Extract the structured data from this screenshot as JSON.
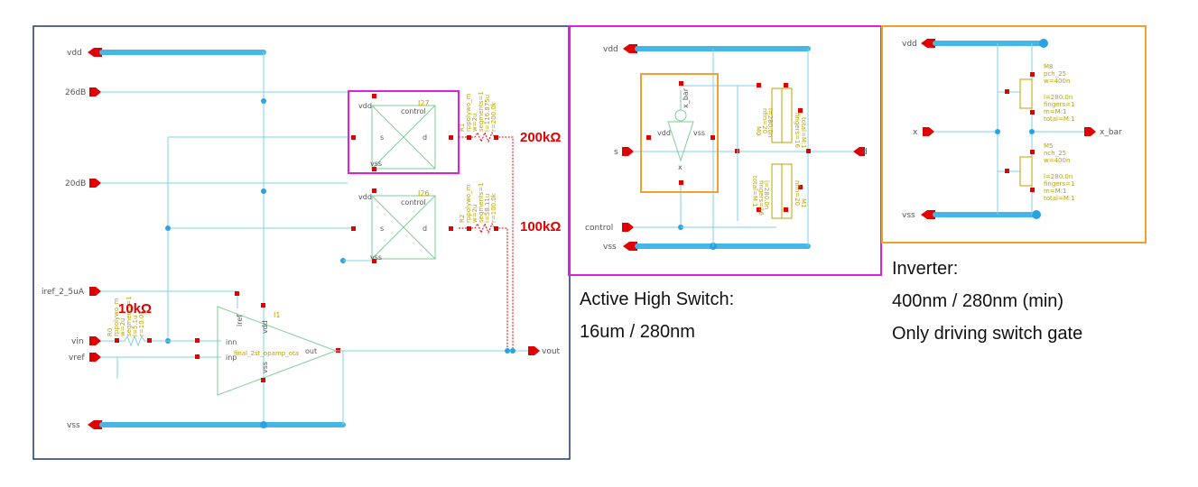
{
  "main_schematic": {
    "pins": {
      "vdd": "vdd",
      "db26": "26dB",
      "db20": "20dB",
      "iref": "iref_2_5uA",
      "vin": "vin",
      "vref": "vref",
      "vss": "vss",
      "vout": "vout"
    },
    "switch_top": {
      "inst": "I27",
      "vdd": "vdd",
      "control": "control",
      "s": "s",
      "d": "d",
      "vss": "vss"
    },
    "switch_bottom": {
      "inst": "I26",
      "vdd": "vdd",
      "control": "control",
      "s": "s",
      "d": "d",
      "vss": "vss"
    },
    "opamp": {
      "inst": "I1",
      "iref": "iref",
      "vdd": "vdd",
      "inn": "inn",
      "inp": "inp",
      "out": "out",
      "vss": "vss",
      "cell": "final_2st_opamp_ota"
    },
    "r1": {
      "name": "R1",
      "params": [
        "rppolywo_m",
        "w=2u",
        "segments=1",
        "l=116.875u",
        "r=200.0k"
      ]
    },
    "r2": {
      "name": "R2",
      "params": [
        "rppolywo_m",
        "w=2u",
        "segments=1",
        "l=58.11u",
        "r=100.0k"
      ]
    },
    "r0": {
      "name": "R0",
      "params": [
        "rppolywo_m",
        "w=2u",
        "segments=1",
        "l=5.1u",
        "r=10.0k"
      ]
    },
    "labels": {
      "r1_value": "200kΩ",
      "r2_value": "100kΩ",
      "r0_value": "10kΩ"
    }
  },
  "switch_schematic": {
    "pins": {
      "vdd": "vdd",
      "s": "s",
      "d": "d",
      "control": "control",
      "vss": "vss"
    },
    "inverter_symbol": {
      "x_bar": "x_bar",
      "vdd": "vdd",
      "vss": "vss",
      "x": "x"
    },
    "pmos_params": [
      "M0",
      "nfin=20",
      "l=280.0n",
      "fingers=16",
      "total=M:1"
    ],
    "nmos_params": [
      "M1",
      "nfin=20",
      "l=280.0n",
      "fingers=16",
      "total=M:1"
    ]
  },
  "inverter_schematic": {
    "pins": {
      "vdd": "vdd",
      "x": "x",
      "x_bar": "x_bar",
      "vss": "vss"
    },
    "pmos_params": [
      "M8",
      "pch_25",
      "w=400n",
      "l=280.0n",
      "fingers=1",
      "m=M:1",
      "total=M:1"
    ],
    "nmos_params": [
      "M5",
      "nch_25",
      "w=400n",
      "l=280.0n",
      "fingers=1",
      "m=M:1",
      "total=M:1"
    ]
  },
  "captions": {
    "switch_line1": "Active High Switch:",
    "switch_line2": "16um / 280nm",
    "inverter_line1": "Inverter:",
    "inverter_line2": "400nm / 280nm (min)",
    "inverter_line3": "Only driving switch gate"
  },
  "colors": {
    "frame_main": "#1f3864",
    "frame_switch": "#e020e0",
    "frame_inverter": "#f0a030",
    "bus": "#45b6e8",
    "pin": "#e00000",
    "symbol": "#7fcc9a"
  }
}
